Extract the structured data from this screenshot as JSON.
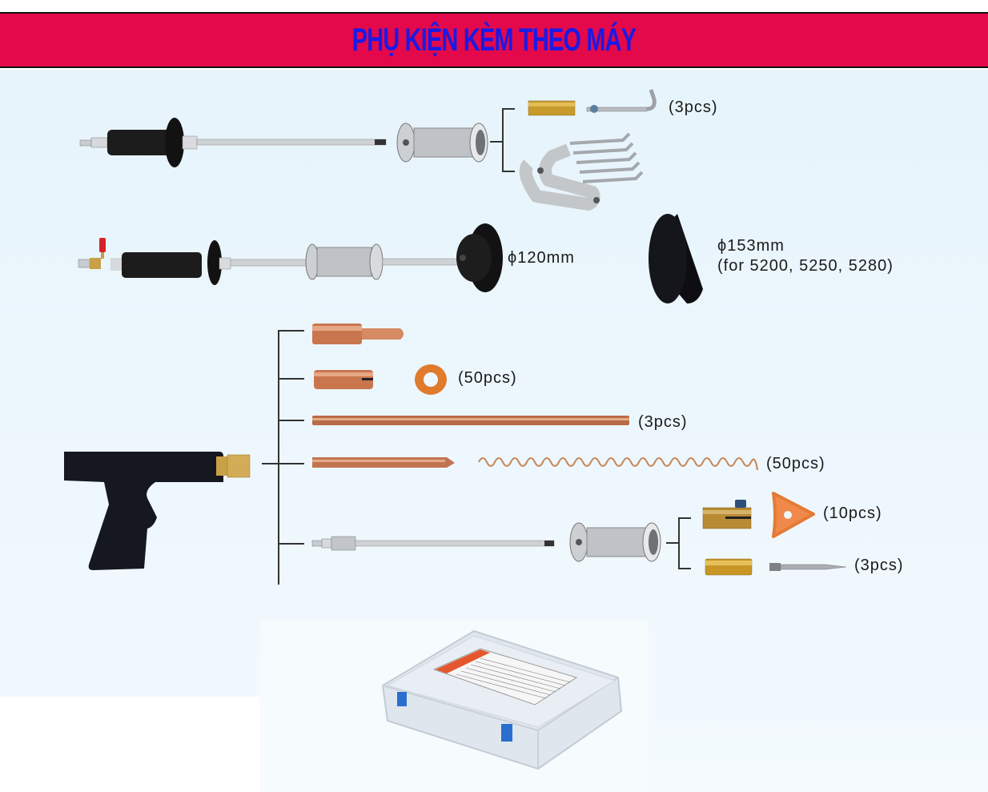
{
  "header": {
    "title": "PHỤ KIỆN  KÈM THEO MÁY",
    "background_color": "#e3094a",
    "title_color": "#1a1ae6"
  },
  "rows": {
    "slide_hammer_hook": {
      "accessories_qty": "(3pcs)"
    },
    "suction_cup_hammer": {
      "small_cup_size": "ϕ120mm",
      "large_cup_size": "ϕ153mm",
      "large_cup_note": "(for 5200, 5250, 5280)"
    },
    "spot_gun_accessories": {
      "washer_qty": "(50pcs)",
      "rod_qty": "(3pcs)",
      "wire_qty": "(50pcs)",
      "star_washer_qty": "(10pcs)",
      "stud_qty": "(3pcs)"
    }
  },
  "icons": {
    "slide_hammer": "slide-hammer-icon",
    "hammer_weight": "hammer-weight-icon",
    "brass_adapter": "brass-adapter-icon",
    "l_hook": "l-hook-icon",
    "claw_puller": "claw-puller-icon",
    "suction_hammer": "suction-hammer-icon",
    "suction_cup": "suction-cup-icon",
    "spot_gun": "spot-welding-gun-icon",
    "copper_electrode": "copper-electrode-icon",
    "copper_washer": "copper-washer-icon",
    "copper_rod": "copper-rod-icon",
    "wave_wire": "wave-wire-icon",
    "triangle_washer": "triangle-washer-icon",
    "pin_stud": "pin-stud-icon",
    "storage_box": "storage-box-icon"
  }
}
